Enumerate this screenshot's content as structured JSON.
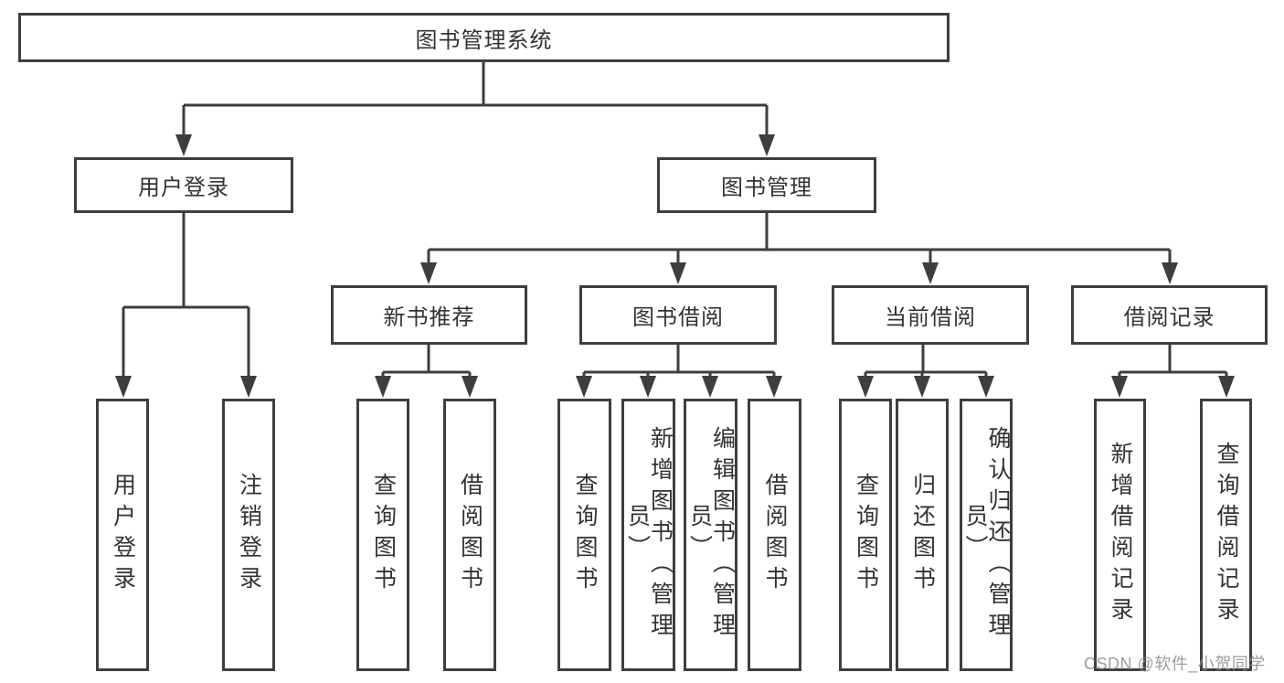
{
  "diagram": {
    "root": {
      "label": "图书管理系统"
    },
    "branches": [
      {
        "label": "用户登录",
        "children": [
          {
            "label": "用户登录"
          },
          {
            "label": "注销登录"
          }
        ]
      },
      {
        "label": "图书管理",
        "children": [
          {
            "label": "新书推荐",
            "children": [
              {
                "label": "查询图书"
              },
              {
                "label": "借阅图书"
              }
            ]
          },
          {
            "label": "图书借阅",
            "children": [
              {
                "label": "查询图书"
              },
              {
                "label": "新增图书（管理员）"
              },
              {
                "label": "编辑图书（管理员）"
              },
              {
                "label": "借阅图书"
              }
            ]
          },
          {
            "label": "当前借阅",
            "children": [
              {
                "label": "查询图书"
              },
              {
                "label": "归还图书"
              },
              {
                "label": "确认归还（管理员）"
              }
            ]
          },
          {
            "label": "借阅记录",
            "children": [
              {
                "label": "新增借阅记录"
              },
              {
                "label": "查询借阅记录"
              }
            ]
          }
        ]
      }
    ]
  },
  "watermark": {
    "text": "CSDN @软件_小贺同学"
  },
  "colors": {
    "line": "#3e3e42",
    "text": "#333333",
    "watermark": "#8c8c8c",
    "background": "#ffffff"
  }
}
